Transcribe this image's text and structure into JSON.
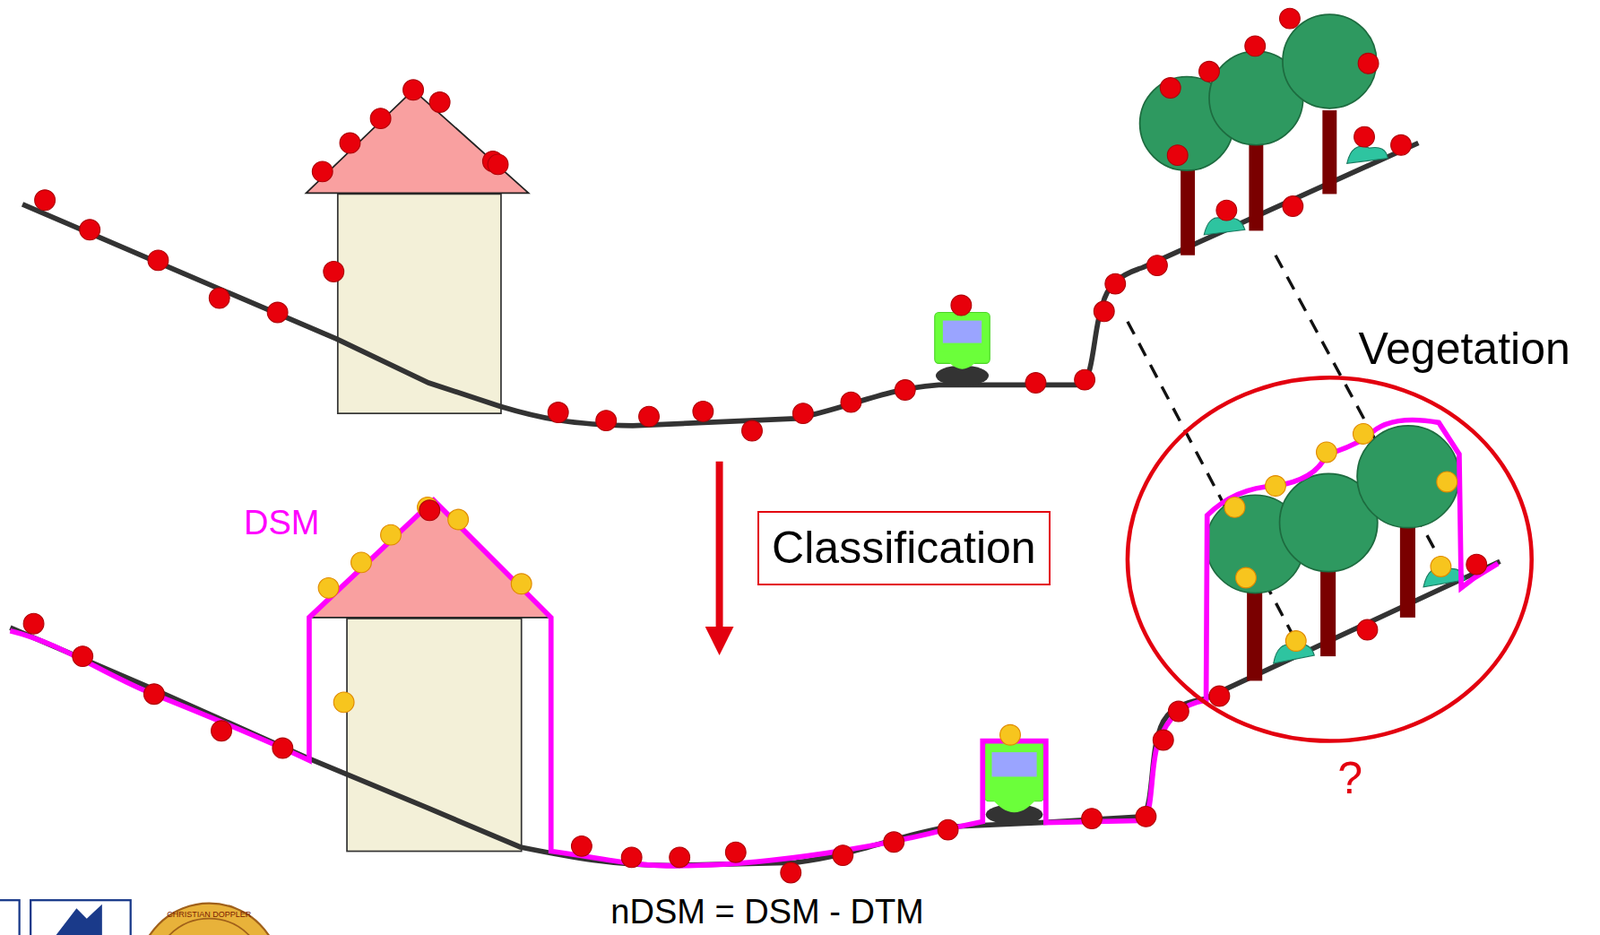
{
  "diagram": {
    "nodes": [
      {
        "text": [
          "Classification"
        ]
      }
    ],
    "labels": [
      "Vegetation",
      "DSM",
      "?",
      "nDSM = DSM - DTM",
      "CHRISTIAN DOPPLER"
    ]
  }
}
